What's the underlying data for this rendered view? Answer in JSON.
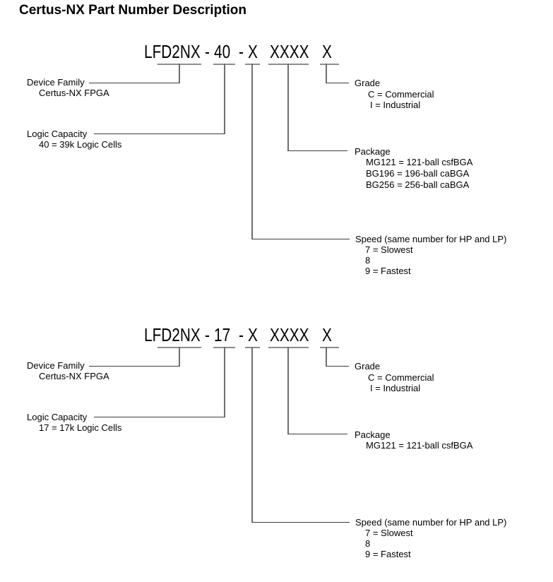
{
  "title": "Certus-NX Part Number Description",
  "diagrams": [
    {
      "part_number": {
        "family": "LFD2NX",
        "dash1": "-",
        "capacity": "40",
        "dash2": "-",
        "speed": "X",
        "package": "XXXX",
        "grade": "X"
      },
      "device_family": {
        "label": "Device Family",
        "value": "Certus-NX FPGA"
      },
      "logic_capacity": {
        "label": "Logic Capacity",
        "value": "40 = 39k Logic Cells"
      },
      "grade": {
        "label": "Grade",
        "options": [
          "C = Commercial",
          "I = Industrial"
        ]
      },
      "package": {
        "label": "Package",
        "options": [
          "MG121 = 121-ball csfBGA",
          "BG196 = 196-ball caBGA",
          "BG256 = 256-ball caBGA"
        ]
      },
      "speed": {
        "label": "Speed (same number for HP and LP)",
        "options": [
          "7 = Slowest",
          "8",
          "9 = Fastest"
        ]
      }
    },
    {
      "part_number": {
        "family": "LFD2NX",
        "dash1": "-",
        "capacity": "17",
        "dash2": "-",
        "speed": "X",
        "package": "XXXX",
        "grade": "X"
      },
      "device_family": {
        "label": "Device Family",
        "value": "Certus-NX FPGA"
      },
      "logic_capacity": {
        "label": "Logic Capacity",
        "value": "17 = 17k Logic Cells"
      },
      "grade": {
        "label": "Grade",
        "options": [
          "C = Commercial",
          "I = Industrial"
        ]
      },
      "package": {
        "label": "Package",
        "options": [
          "MG121 = 121-ball csfBGA"
        ]
      },
      "speed": {
        "label": "Speed (same number for HP and LP)",
        "options": [
          "7 = Slowest",
          "8",
          "9 = Fastest"
        ]
      }
    }
  ]
}
